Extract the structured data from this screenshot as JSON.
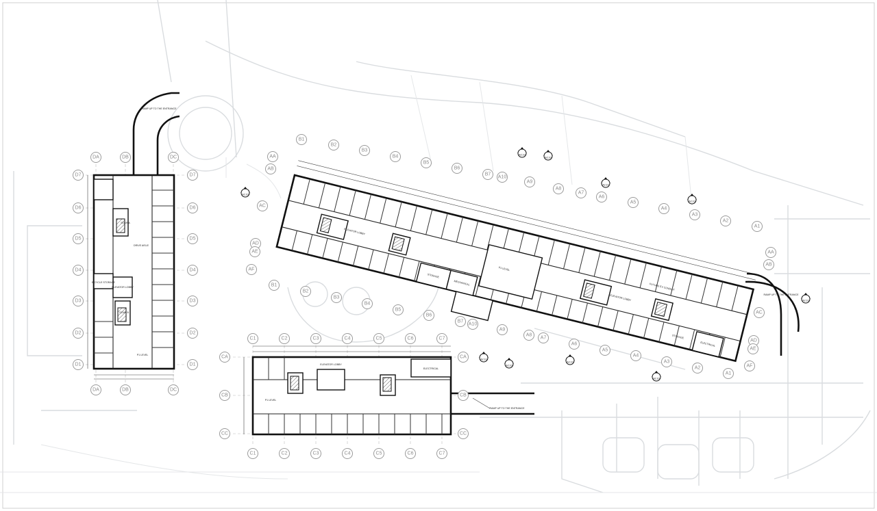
{
  "grid_bubbles": {
    "left_plan_top": [
      "DA",
      "DB",
      "DC"
    ],
    "left_plan_bottom": [
      "DA",
      "DB",
      "DC"
    ],
    "left_plan_rows_left": [
      "D7",
      "D6",
      "D5",
      "D4",
      "D3",
      "D2",
      "D1"
    ],
    "left_plan_rows_right": [
      "D7",
      "D6",
      "D5",
      "D4",
      "D3",
      "D2",
      "D1"
    ],
    "bottom_plan_top": [
      "C1",
      "C2",
      "C3",
      "C4",
      "C5",
      "C6",
      "C7"
    ],
    "bottom_plan_bottom": [
      "C1",
      "C2",
      "C3",
      "C4",
      "C5",
      "C6",
      "C7"
    ],
    "bottom_plan_rows_left": [
      "CA",
      "CB",
      "CC"
    ],
    "bottom_plan_rows_right": [
      "CA",
      "CB",
      "CC"
    ],
    "main_plan_top_b": [
      "B1",
      "B2",
      "B3",
      "B4",
      "B5",
      "B6",
      "B7"
    ],
    "main_plan_top_a": [
      "A10",
      "A9",
      "A8",
      "A7",
      "A6",
      "A5",
      "A4",
      "A3",
      "A2",
      "A1"
    ],
    "main_plan_bottom_b": [
      "B1",
      "B2",
      "B3",
      "B4",
      "B5",
      "B6",
      "B7"
    ],
    "main_plan_bottom_a": [
      "A10",
      "A9",
      "A8",
      "A7",
      "A6",
      "A5",
      "A4",
      "A3",
      "A2",
      "A1"
    ],
    "main_plan_rows_left": [
      "AA",
      "AB",
      "AC",
      "AD",
      "AE",
      "AF"
    ],
    "main_plan_rows_right": [
      "AA",
      "AB",
      "AC",
      "AD",
      "AE",
      "AF"
    ]
  },
  "section_markers": [
    "A2.10",
    "A2.10",
    "A2.10",
    "A2.10",
    "A2.10",
    "A2.10",
    "A2.10",
    "A2.10",
    "A2.10",
    "A2.10"
  ],
  "labels": {
    "left_drive": "DRIVE AISLE",
    "left_ramp": "RAMP UP TO THE ENTRANCE",
    "left_elevator": "ELEVATOR LOBBY",
    "left_bike": "BICYCLE STORAGE",
    "left_stair_a": "STAIR A",
    "left_stair_b": "STAIR B",
    "left_level": "P1 LEVEL",
    "main_level": "P1 LEVEL",
    "main_lobby_1": "ELEVATOR LOBBY",
    "main_lobby_2": "ELEVATOR LOBBY",
    "main_storage_1": "STORAGE",
    "main_storage_2": "STORAGE",
    "main_mech": "MECHANICAL",
    "main_elec": "ELECTRICAL",
    "main_conduit": "FUTURE EV CONDUIT",
    "main_ramp": "RAMP UP TO THE ENTRANCE",
    "bottom_elevator": "ELEVATOR LOBBY",
    "bottom_electrical": "ELECTRICAL",
    "bottom_level": "P1 LEVEL",
    "bottom_ramp": "RAMP UP TO THE ENTRANCE"
  }
}
